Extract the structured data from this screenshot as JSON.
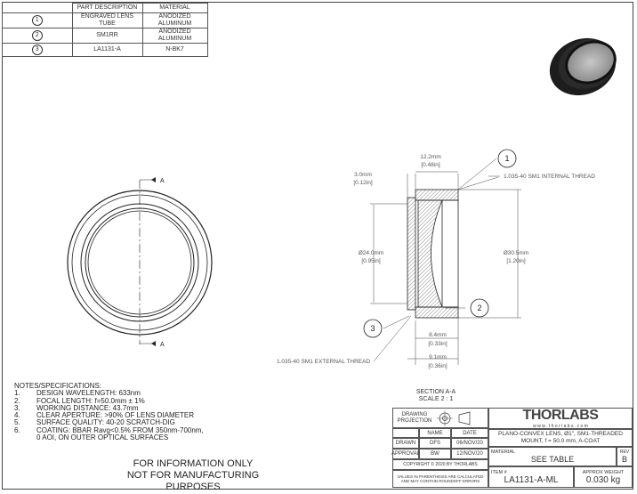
{
  "parts_table": {
    "headers": [
      "PART DESCRIPTION",
      "MATERIAL"
    ],
    "rows": [
      {
        "item": "1",
        "description": "ENGRAVED LENS TUBE",
        "material": "ANODIZED ALUMINUM"
      },
      {
        "item": "2",
        "description": "SM1RR",
        "material": "ANODIZED ALUMINUM"
      },
      {
        "item": "3",
        "description": "LA1131-A",
        "material": "N-BK7"
      }
    ]
  },
  "drawing": {
    "section_marker": "A",
    "dim_top": "12.2mm",
    "dim_top_in": "[0.48in]",
    "dim_left": "3.0mm",
    "dim_left_in": "[0.12in]",
    "dim_inner_dia": "Ø24.0mm",
    "dim_inner_dia_in": "[0.95in]",
    "dim_outer_dia": "Ø30.5mm",
    "dim_outer_dia_in": "[1.20in]",
    "dim_bottom1": "8.4mm",
    "dim_bottom1_in": "[0.33in]",
    "dim_bottom2": "9.1mm",
    "dim_bottom2_in": "[0.36in]",
    "internal_thread": "1.035-40 SM1 INTERNAL THREAD",
    "external_thread": "1.035-40 SM1 EXTERNAL THREAD",
    "callouts": [
      "1",
      "2",
      "3"
    ]
  },
  "notes": {
    "heading": "NOTES/SPECIFICATIONS:",
    "items": [
      {
        "n": "1.",
        "text": "DESIGN WAVELENGTH: 633nm"
      },
      {
        "n": "2.",
        "text": "FOCAL LENGTH: f=50.0mm ± 1%"
      },
      {
        "n": "3.",
        "text": "WORKING DISTANCE: 43.7mm"
      },
      {
        "n": "4.",
        "text": "CLEAR APERTURE: >90% OF LENS DIAMETER"
      },
      {
        "n": "5.",
        "text": "SURFACE QUALITY: 40-20 SCRATCH-DIG"
      },
      {
        "n": "6.",
        "text": "COATING: BBAR Ravg<0.5% FROM 350nm-700nm,"
      },
      {
        "n": "",
        "text": "0 AOI, ON OUTER OPTICAL SURFACES"
      }
    ]
  },
  "disclaimer": [
    "FOR INFORMATION ONLY",
    "NOT FOR MANUFACTURING PURPOSES"
  ],
  "section_label": [
    "SECTION A-A",
    "SCALE 2 : 1"
  ],
  "title_block": {
    "projection_label": "DRAWING PROJECTION",
    "name_header": "NAME",
    "date_header": "DATE",
    "drawn_label": "DRAWN",
    "drawn_name": "DFS",
    "drawn_date": "06/NOV/20",
    "approval_label": "APPROVAL",
    "approval_name": "BW",
    "approval_date": "12/NOV/20",
    "copyright": "COPYRIGHT © 2020 BY THORLABS",
    "values_note": "VALUES IN PARENTHESIS ARE CALCULATED AND MAY CONTAIN ROUNDOFF ERRORS",
    "logo": "THORLABS",
    "website": "w w w . t h o r l a b s . c o m",
    "description": "PLANO-CONVEX LENS, Ø1\", SM1-THREADED MOUNT, f = 50.0 mm, A-COAT",
    "material_label": "MATERIAL",
    "material_value": "SEE TABLE",
    "rev_label": "REV",
    "rev_value": "B",
    "item_label": "ITEM #",
    "item_value": "LA1131-A-ML",
    "weight_label": "APPROX WEIGHT",
    "weight_value": "0.030 kg"
  }
}
